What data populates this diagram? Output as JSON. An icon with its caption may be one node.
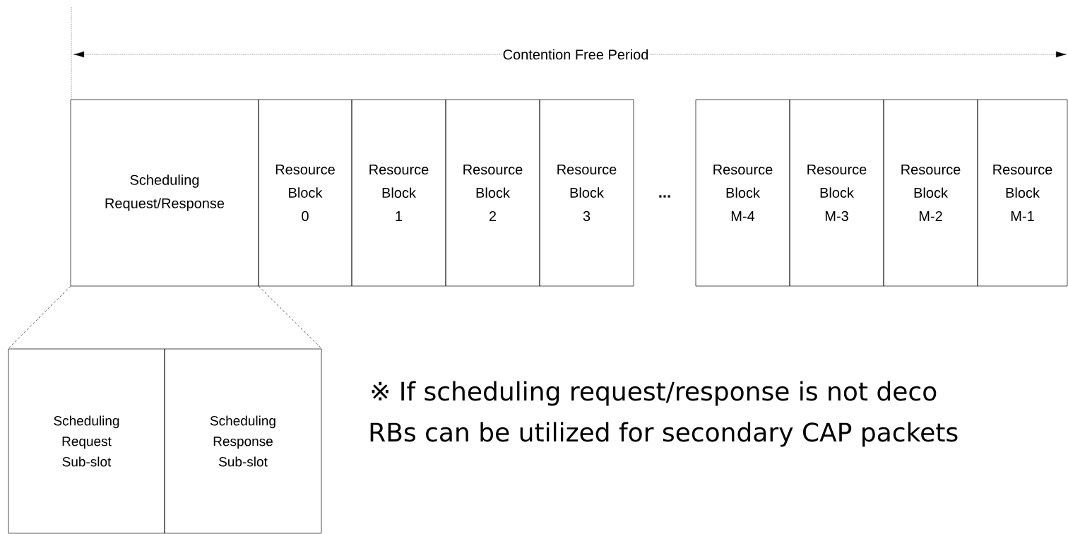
{
  "diagram": {
    "nodes": [
      {
        "text": [
          "Scheduling Request/Response"
        ]
      },
      {
        "text": [
          "Resource Block 0"
        ]
      },
      {
        "text": [
          "Resource Block 1"
        ]
      },
      {
        "text": [
          "Resource Block 2"
        ]
      },
      {
        "text": [
          "Resource Block 3"
        ]
      },
      {
        "text": [
          "Resource Block M-4"
        ]
      },
      {
        "text": [
          "Resource Block M-3"
        ]
      },
      {
        "text": [
          "Resource Block M-2"
        ]
      },
      {
        "text": [
          "Resource Block M-1"
        ]
      },
      {
        "text": [
          "Scheduling Request Sub-slot"
        ]
      },
      {
        "text": [
          "Scheduling Response Sub-slot"
        ]
      }
    ],
    "edges": [
      {
        "from": 0,
        "to": 9,
        "arrow": "none",
        "style": "dashed"
      },
      {
        "from": 0,
        "to": 10,
        "arrow": "none",
        "style": "dashed"
      }
    ],
    "labels": [
      "Contention Free Period",
      "...",
      "※ If scheduling request/response is not deco",
      "RBs can be utilized for secondary CAP packets"
    ]
  }
}
